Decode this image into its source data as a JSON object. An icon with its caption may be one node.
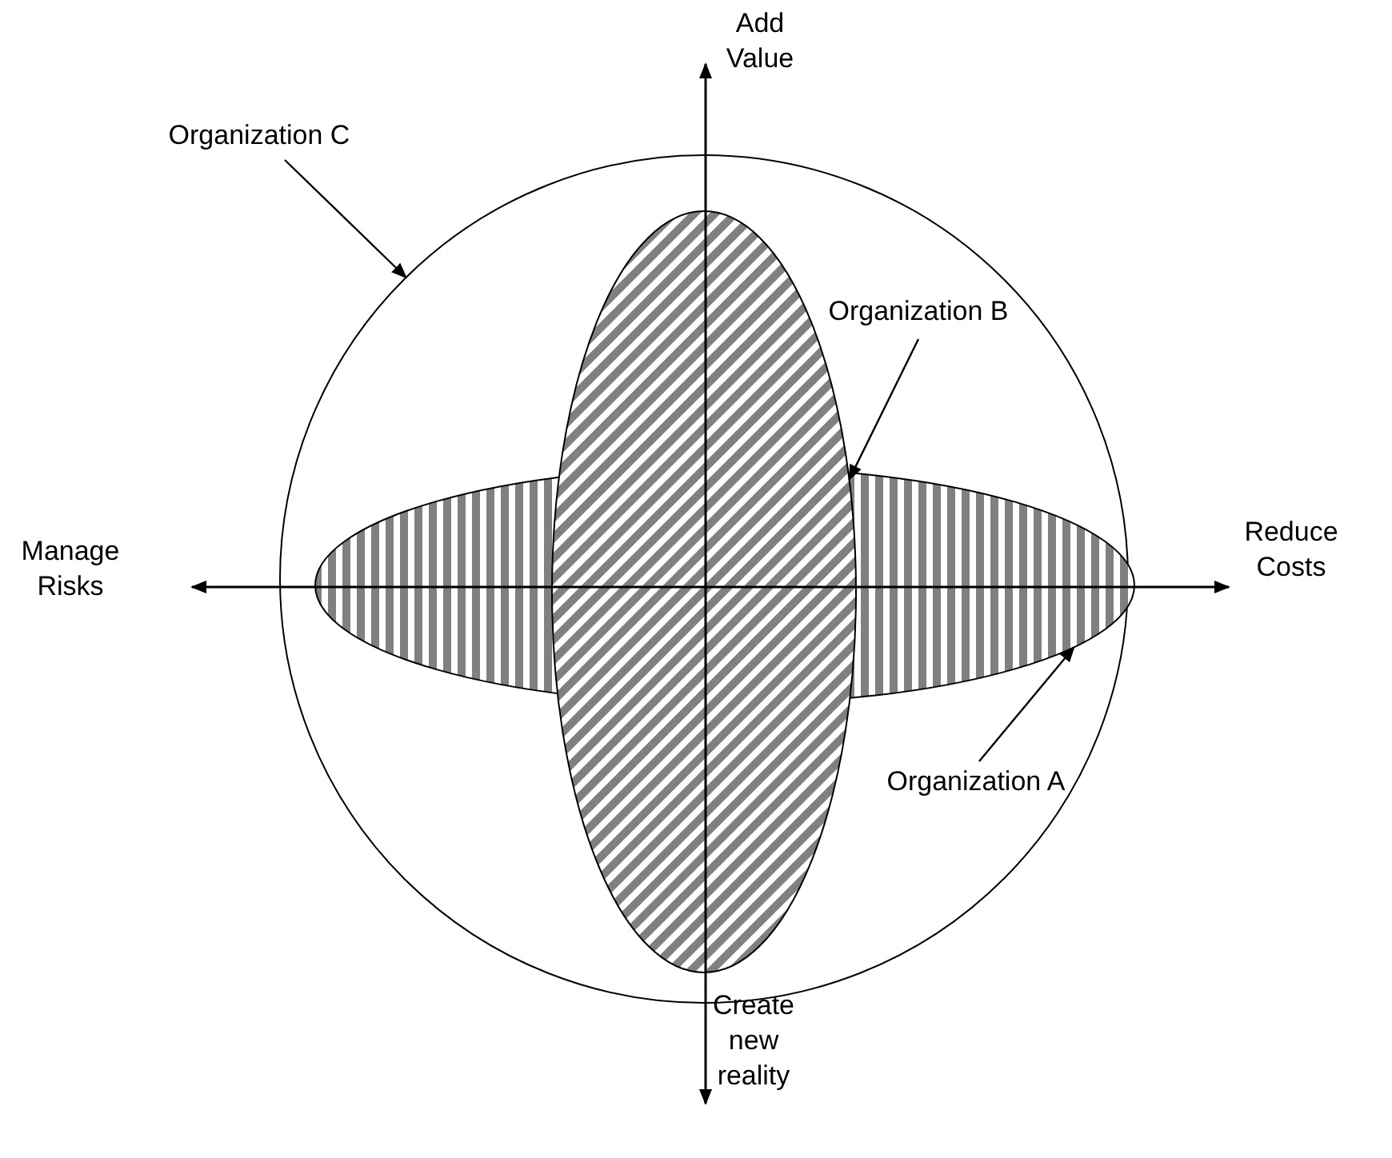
{
  "diagram": {
    "nodes": [
      {
        "text": [
          "Organization C"
        ]
      },
      {
        "text": [],
        "shape": "circle"
      },
      {
        "text": [
          "Organization B"
        ],
        "in": 1
      },
      {
        "text": [],
        "shape": "ellipse",
        "in": 1
      },
      {
        "text": [],
        "shape": "ellipse",
        "in": 1
      },
      {
        "text": [
          "Organization A"
        ],
        "in": 1
      }
    ],
    "edges": [
      {
        "from": 0,
        "to": 1,
        "arrow": "to"
      },
      {
        "from": 2,
        "to": 3,
        "arrow": "to"
      },
      {
        "from": 5,
        "to": 4,
        "arrow": "to"
      }
    ],
    "labels": [
      "Add Value",
      "Manage Risks",
      "Reduce Costs",
      "Create new reality"
    ]
  }
}
